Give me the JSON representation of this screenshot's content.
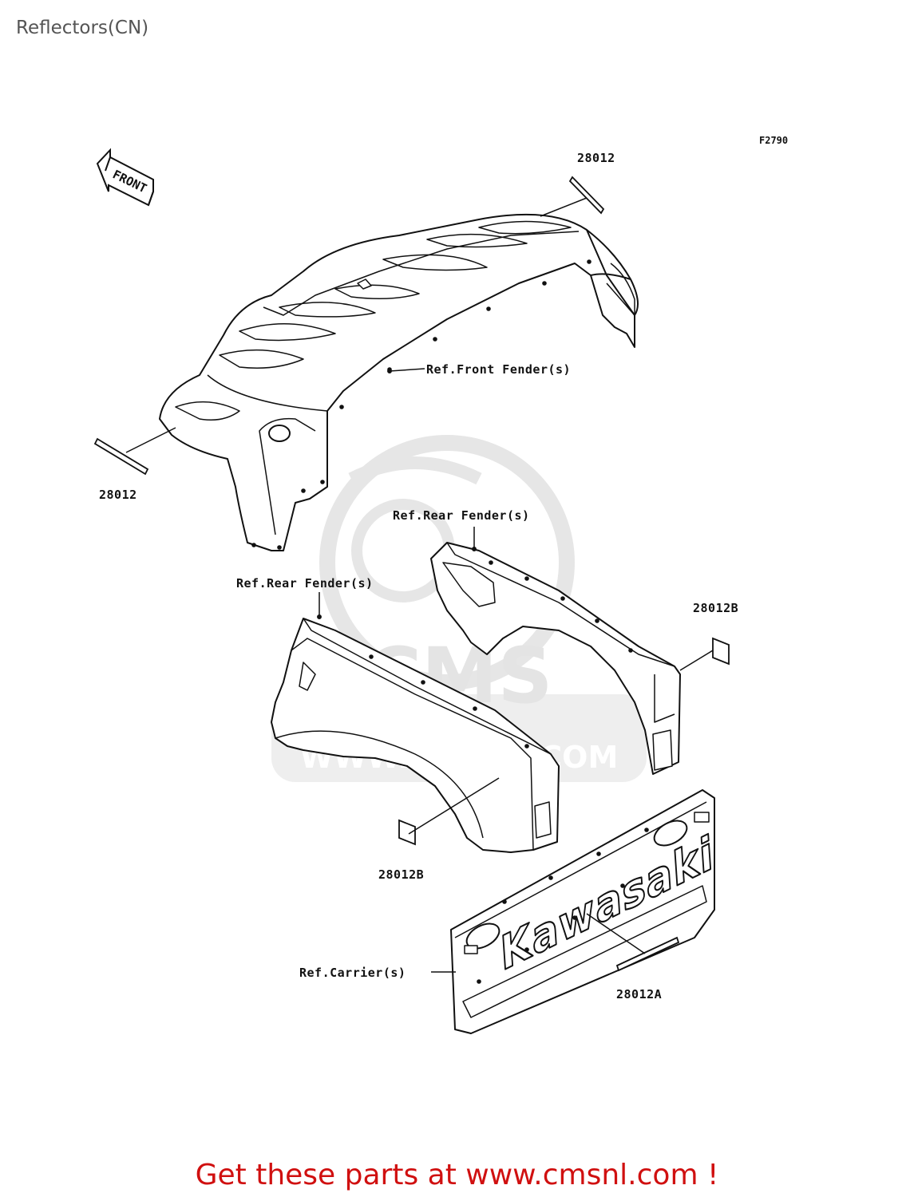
{
  "page": {
    "title": "Reflectors(CN)",
    "figure_code": "F2790",
    "footer_banner": "Get these parts at www.cmsnl.com !"
  },
  "diagram": {
    "front_arrow_label": "FRONT",
    "tailgate_brand_text": "Kawasaki",
    "callouts": {
      "part_top": "28012",
      "part_left": "28012",
      "ref_front_fender": "Ref.Front Fender(s)",
      "ref_rear_fender_right": "Ref.Rear Fender(s)",
      "ref_rear_fender_left": "Ref.Rear Fender(s)",
      "part_right_b": "28012B",
      "part_left_b": "28012B",
      "ref_carrier": "Ref.Carrier(s)",
      "part_a": "28012A"
    }
  },
  "watermark": {
    "logo_text": "CMS",
    "url_text": "WWW.CMSNL.COM",
    "color": "#e6e6e6"
  },
  "colors": {
    "line": "#111111",
    "banner": "#d01010",
    "title": "#555555"
  }
}
